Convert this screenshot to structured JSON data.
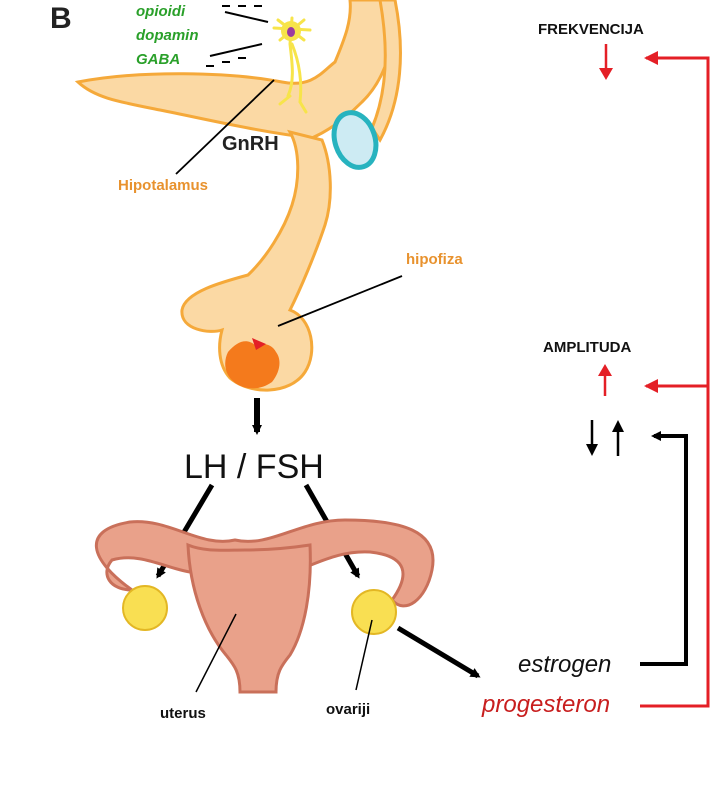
{
  "panel_letter": "B",
  "inhibitors": [
    "opioidi",
    "dopamin",
    "GABA"
  ],
  "labels": {
    "gnrh": "GnRH",
    "hypothalamus": "Hipotalamus",
    "pituitary": "hipofiza",
    "hormones": "LH / FSH",
    "uterus": "uterus",
    "ovaries": "ovariji",
    "estrogen": "estrogen",
    "progesterone": "progesteron"
  },
  "feedback": {
    "frequency": "FREKVENCIJA",
    "amplitude": "AMPLITUDA"
  },
  "colors": {
    "anatomy_fill": "#fbd9a4",
    "anatomy_stroke": "#f5a93a",
    "pituitary_core": "#f47a1c",
    "neuron": "#f7e44a",
    "chiasm": "#27b3bf",
    "inhibitor_text": "#2aa02a",
    "region_label": "#e8922e",
    "uterus_fill": "#e9a18a",
    "uterus_stroke": "#c9705a",
    "ovary_fill": "#f9df52",
    "feedback_red": "#e41f26",
    "progesterone_text": "#c81e1e",
    "estrogen_line": "#000000"
  }
}
